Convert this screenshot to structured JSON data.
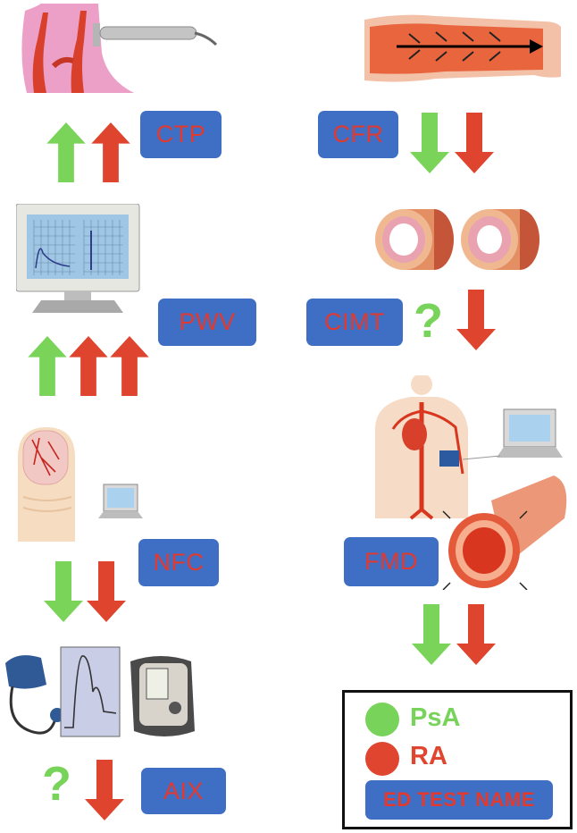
{
  "tests": {
    "ctp": "CTP",
    "cfr": "CFR",
    "pwv": "PWV",
    "cimt": "CIMT",
    "nfc": "NFC",
    "fmd": "FMD",
    "aix": "AIX"
  },
  "symbols": {
    "unknown": "?"
  },
  "legend": {
    "psa": "PsA",
    "ra": "RA",
    "test_name": "ED TEST NAME"
  },
  "colors": {
    "psa_green": "#78d35a",
    "ra_red": "#e0462f",
    "tag_blue": "#3f6fc4",
    "tag_text": "#e23a2f"
  }
}
